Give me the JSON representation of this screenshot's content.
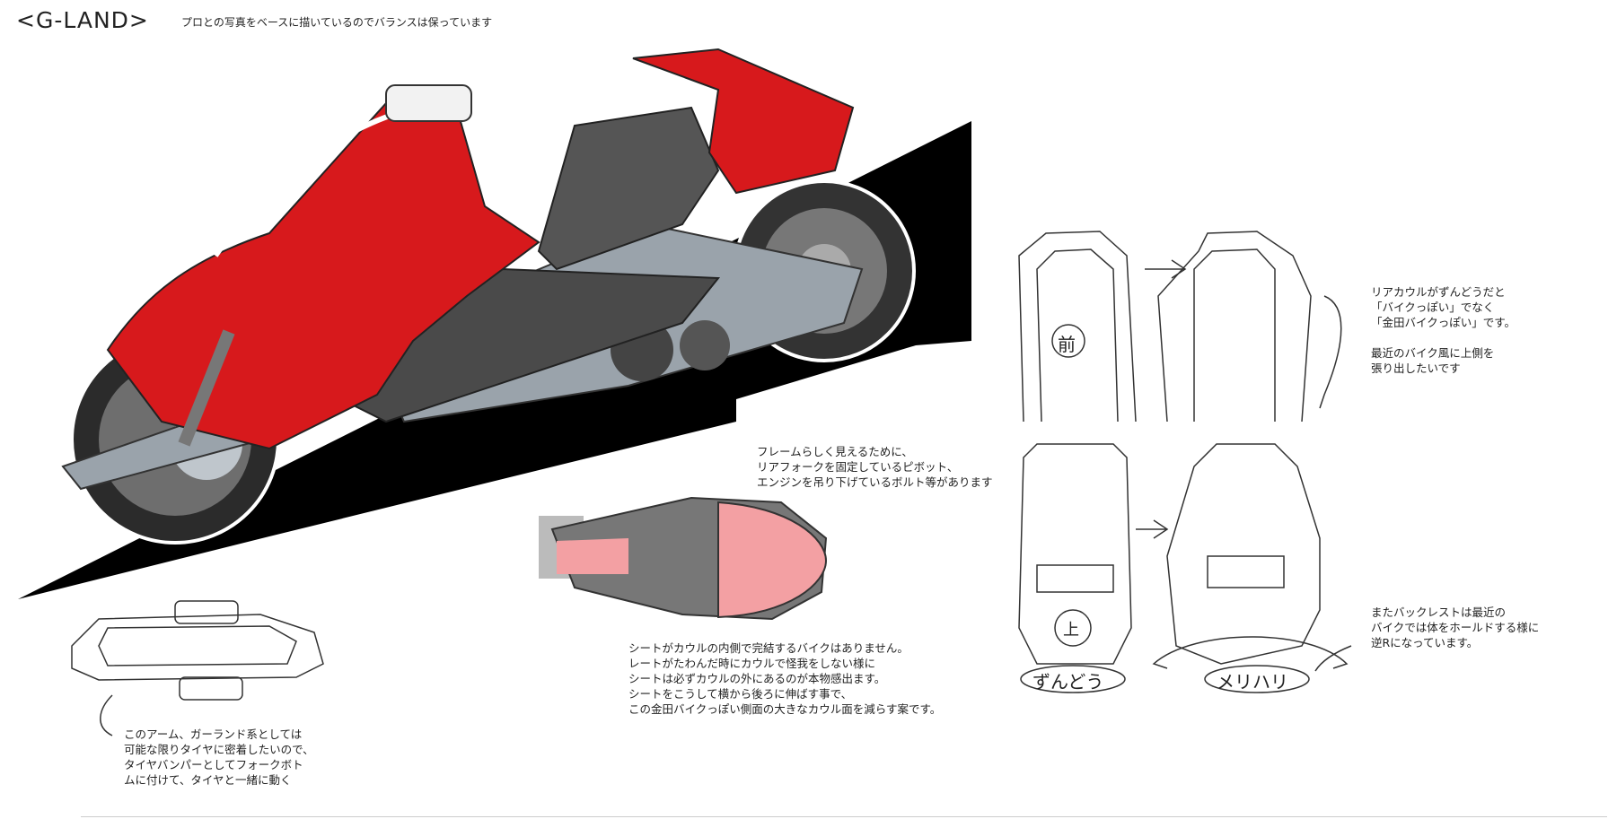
{
  "header": {
    "title": "<G-LAND>",
    "subtitle": "プロとの写真をベースに描いているのでバランスは保っています"
  },
  "notes": {
    "frame": "フレームらしく見えるために、\nリアフォークを固定しているピボット、\nエンジンを吊り下げているボルト等があります",
    "seat": "シートがカウルの内側で完結するバイクはありません。\nレートがたわんだ時にカウルで怪我をしない様に\nシートは必ずカウルの外にあるのが本物感出ます。\nシートをこうして横から後ろに伸ばす事で、\nこの金田バイクっぽい側面の大きなカウル面を減らす案です。",
    "arm": "このアーム、ガーランド系としては\n可能な限りタイヤに密着したいので、\nタイヤバンパーとしてフォークボト\nムに付けて、タイヤと一緒に動く",
    "rear_cowl": "リアカウルがずんどうだと\n「バイクっぽい」でなく\n「金田バイクっぽい」です。\n\n最近のバイク風に上側を\n張り出したいです",
    "backrest": "またバックレストは最近の\nバイクでは体をホールドする様に\n逆Rになっています。"
  },
  "sketch_labels": {
    "front": "前",
    "top": "上",
    "zundou": "ずんどう",
    "merihari": "メリハリ"
  },
  "colors": {
    "body_red": "#d7191c",
    "frame_gray": "#9aa3ab",
    "shadow_black": "#000000",
    "seat_dark": "#555555",
    "pink": "#f3a0a3"
  }
}
